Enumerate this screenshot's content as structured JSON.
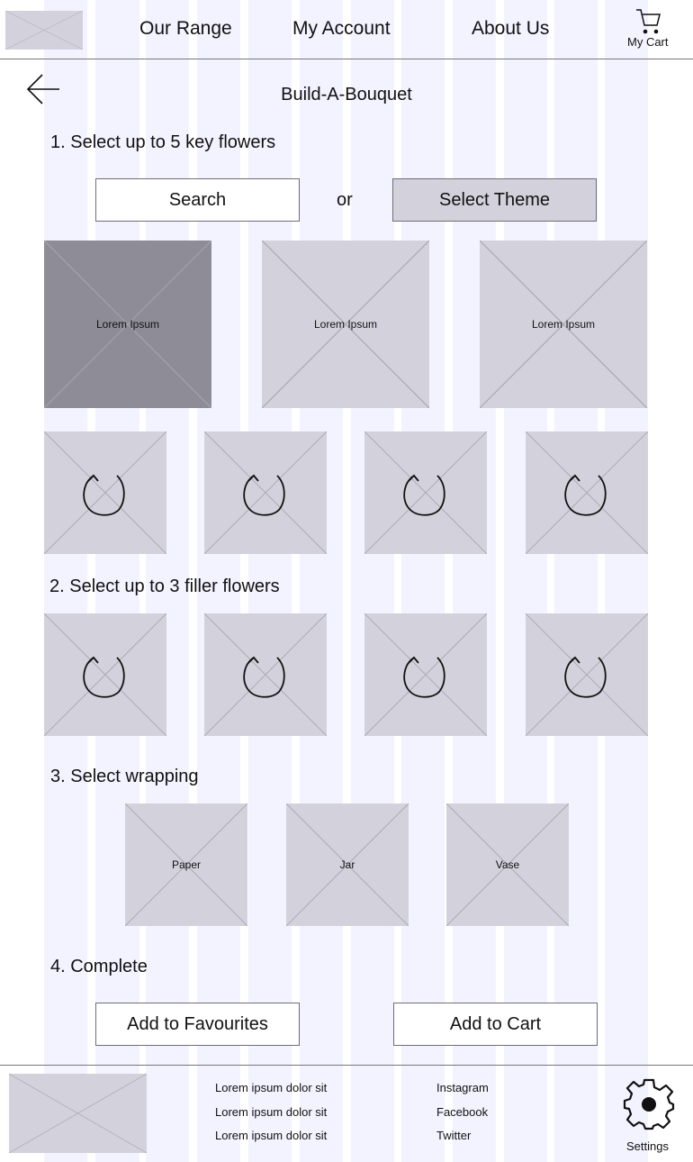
{
  "header": {
    "nav": [
      "Our Range",
      "My Account",
      "About Us"
    ],
    "cart_label": "My Cart",
    "icons": {
      "cart": "cart-icon",
      "logo": "logo-placeholder"
    }
  },
  "page": {
    "title": "Build-A-Bouquet",
    "back_icon": "back-arrow-icon"
  },
  "step1": {
    "heading": "1. Select up to 5 key flowers",
    "search_label": "Search",
    "or_label": "or",
    "theme_label": "Select Theme",
    "theme_selected": true,
    "key_flowers": [
      {
        "label": "Lorem Ipsum",
        "selected": true
      },
      {
        "label": "Lorem Ipsum",
        "selected": false
      },
      {
        "label": "Lorem Ipsum",
        "selected": false
      }
    ],
    "refresh_slots": [
      "refresh-icon",
      "refresh-icon",
      "refresh-icon",
      "refresh-icon"
    ]
  },
  "step2": {
    "heading": "2. Select up to 3 filler flowers",
    "refresh_slots": [
      "refresh-icon",
      "refresh-icon",
      "refresh-icon",
      "refresh-icon"
    ]
  },
  "step3": {
    "heading": "3. Select wrapping",
    "options": [
      "Paper",
      "Jar",
      "Vase"
    ]
  },
  "step4": {
    "heading": "4. Complete",
    "favourites_label": "Add to Favourites",
    "cart_label": "Add to Cart"
  },
  "footer": {
    "links": [
      "Lorem ipsum dolor sit",
      "Lorem ipsum dolor sit",
      "Lorem ipsum dolor sit"
    ],
    "social": [
      "Instagram",
      "Facebook",
      "Twitter"
    ],
    "settings_label": "Settings",
    "icons": {
      "settings": "gear-icon"
    }
  }
}
